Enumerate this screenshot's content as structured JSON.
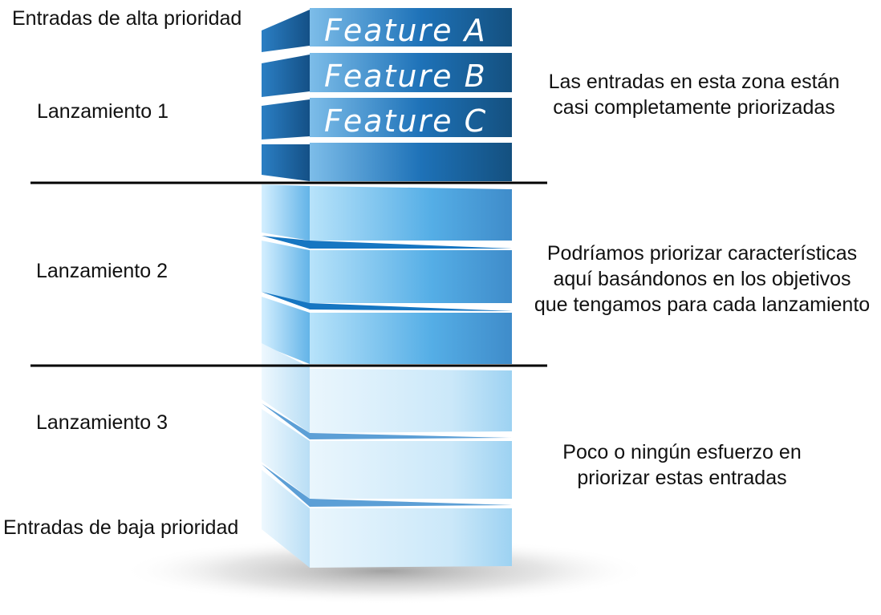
{
  "labels": {
    "high": "Entradas de alta prioridad",
    "release1": "Lanzamiento 1",
    "release2": "Lanzamiento 2",
    "release3": "Lanzamiento 3",
    "low": "Entradas de baja prioridad"
  },
  "descriptions": {
    "zone1_line1": "Las entradas en esta zona están",
    "zone1_line2": "casi completamente priorizadas",
    "zone2_line1": "Podríamos priorizar características",
    "zone2_line2": "aquí basándonos en los objetivos",
    "zone2_line3": "que tengamos para cada lanzamiento",
    "zone3_line1": "Poco o ningún esfuerzo en",
    "zone3_line2": "priorizar estas entradas"
  },
  "features": {
    "a": "Feature A",
    "b": "Feature B",
    "c": "Feature C"
  },
  "colors": {
    "dark_blue": "#1b5f9c",
    "mid_blue": "#4a9fdc",
    "light_blue": "#cfe9fa",
    "divider": "#000000"
  }
}
